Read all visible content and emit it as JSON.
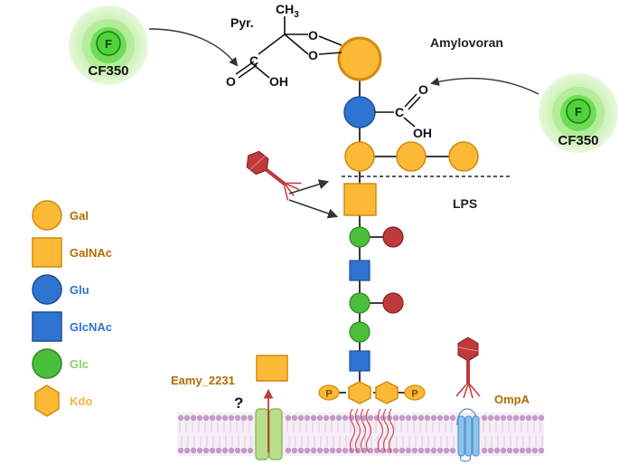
{
  "title": "Amylovoran",
  "lps_label": "LPS",
  "pyr_label": "Pyr.",
  "ch3_label": "CH",
  "ch3_sub": "3",
  "carboxyl": {
    "c": "C",
    "o": "O",
    "oh": "OH"
  },
  "ketal_o": "O",
  "fluorophore": {
    "letter": "F",
    "name": "CF350"
  },
  "phosphate": "P",
  "question": "?",
  "transporter_label": "Eamy_2231",
  "ompa_label": "OmpA",
  "legend": [
    {
      "name": "Gal",
      "shape": "circle",
      "fill": "#fbb935",
      "text_color": "#b36b00"
    },
    {
      "name": "GalNAc",
      "shape": "square",
      "fill": "#fbb935",
      "text_color": "#b36b00"
    },
    {
      "name": "Glu",
      "shape": "circle",
      "fill": "#2f74d0",
      "text_color": "#2f74d0"
    },
    {
      "name": "GlcNAc",
      "shape": "square",
      "fill": "#2f74d0",
      "text_color": "#2f74d0"
    },
    {
      "name": "Glc",
      "shape": "circle",
      "fill": "#4bbf3b",
      "text_color": "#8fcf6a"
    },
    {
      "name": "Kdo",
      "shape": "hexagon",
      "fill": "#fbb935",
      "text_color": "#f6b23f"
    }
  ],
  "colors": {
    "gal": "#fbb935",
    "gal_stroke": "#d28a0d",
    "glu": "#2f74d0",
    "glu_stroke": "#1c4f97",
    "glc": "#4bbf3b",
    "glc_stroke": "#2a8a21",
    "red_sugar": "#c0393b",
    "red_stroke": "#862224",
    "membrane": "#c39bc8",
    "transporter": "#b9df8a",
    "ompa": "#8cc3ec",
    "phage": "#c0393b",
    "label_orange": "#b36b00"
  }
}
